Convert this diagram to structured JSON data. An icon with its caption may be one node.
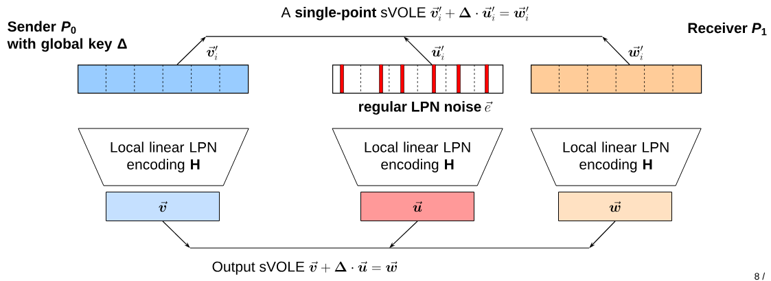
{
  "diagram": {
    "nodes": [
      {
        "text": [
          "A **single-point** sVOLE",
          "\\vec{\\boldsymbol{v}}'_i + \\boldsymbol{\\Delta} \\cdot \\vec{\\boldsymbol{u}}'_i = \\vec{\\boldsymbol{w}}'_i"
        ]
      },
      {
        "text": [],
        "shape": "bar",
        "beside": [
          "\\vec{\\boldsymbol{v}}'_i"
        ]
      },
      {
        "text": [],
        "shape": "bar",
        "beside": [
          "\\vec{\\boldsymbol{u}}'_i",
          "regular LPN noise",
          "\\vec{e}"
        ]
      },
      {
        "text": [],
        "shape": "bar",
        "beside": [
          "\\vec{\\boldsymbol{w}}'_i"
        ]
      },
      {
        "text": [
          "Local linear LPN encoding **H**"
        ]
      },
      {
        "text": [
          "Local linear LPN encoding **H**"
        ]
      },
      {
        "text": [
          "Local linear LPN encoding **H**"
        ]
      },
      {
        "text": [
          "\\vec{\\boldsymbol{v}}"
        ]
      },
      {
        "text": [
          "\\vec{\\boldsymbol{u}}"
        ]
      },
      {
        "text": [
          "\\vec{\\boldsymbol{w}}"
        ]
      },
      {
        "text": [
          "Output sVOLE",
          "\\vec{\\boldsymbol{v}} + \\boldsymbol{\\Delta} \\cdot \\vec{\\boldsymbol{u}} = \\vec{\\boldsymbol{w}}"
        ]
      }
    ],
    "edges": [
      {
        "from": 1,
        "to": 0,
        "arrow": "to"
      },
      {
        "from": 2,
        "to": 0,
        "arrow": "to"
      },
      {
        "from": 3,
        "to": 0,
        "arrow": "to"
      },
      {
        "from": 7,
        "to": 10,
        "arrow": "to"
      },
      {
        "from": 8,
        "to": 10,
        "arrow": "to"
      },
      {
        "from": 9,
        "to": 10,
        "arrow": "to"
      }
    ],
    "labels": [
      "Sender *P*$_{0}$ with global key Δ",
      "Receiver *P*$_{1}$",
      "8 /"
    ]
  }
}
